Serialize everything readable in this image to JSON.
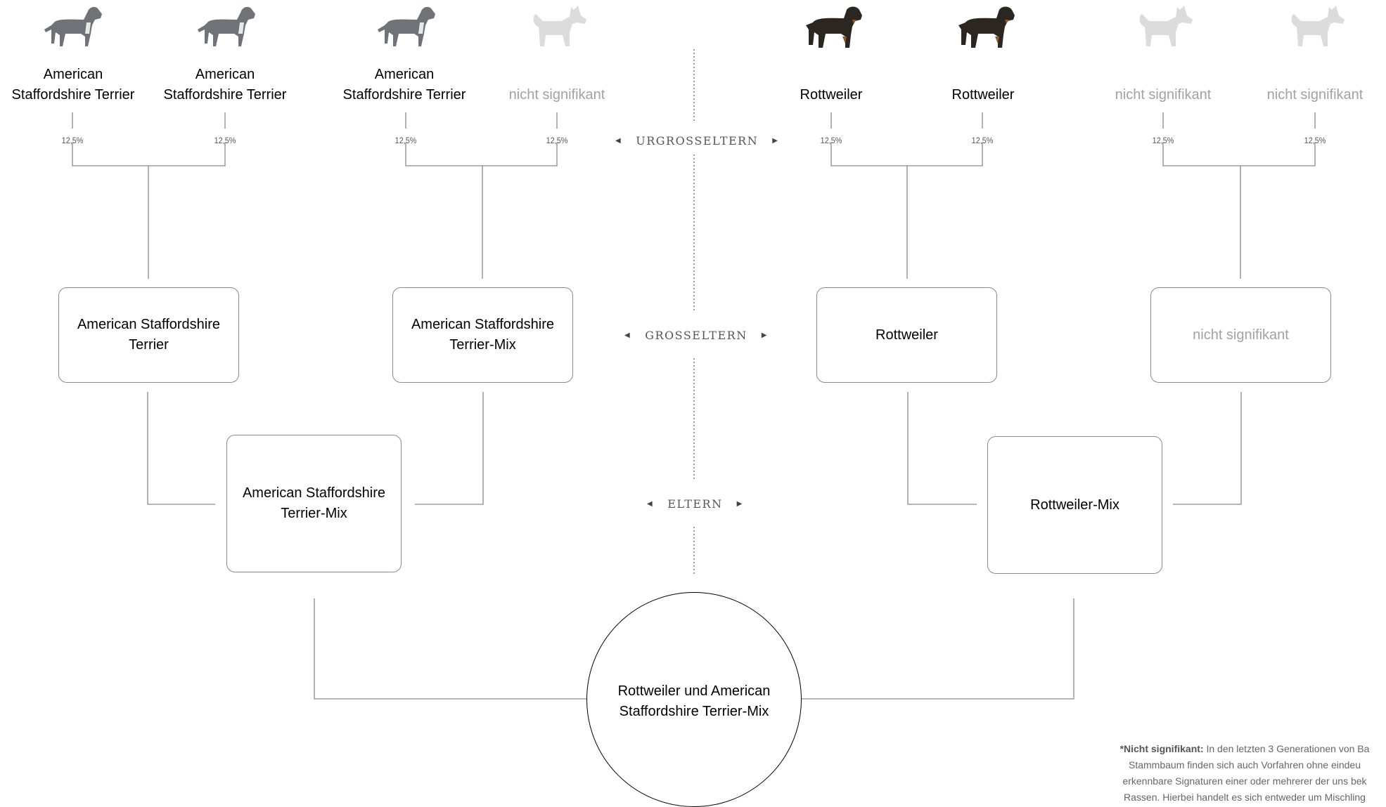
{
  "great_grandparents": [
    {
      "name_line1": "American",
      "name_line2": "Staffordshire Terrier",
      "percent": "12,5%",
      "icon": "staffordshire-dog-icon",
      "significant": true
    },
    {
      "name_line1": "American",
      "name_line2": "Staffordshire Terrier",
      "percent": "12,5%",
      "icon": "staffordshire-dog-icon",
      "significant": true
    },
    {
      "name_line1": "American",
      "name_line2": "Staffordshire Terrier",
      "percent": "12,5%",
      "icon": "staffordshire-dog-icon",
      "significant": true
    },
    {
      "name_line1": "",
      "name_line2": "nicht signifikant",
      "percent": "12,5%",
      "icon": "placeholder-dog-icon",
      "significant": false
    },
    {
      "name_line1": "",
      "name_line2": "Rottweiler",
      "percent": "12,5%",
      "icon": "rottweiler-dog-icon",
      "significant": true
    },
    {
      "name_line1": "",
      "name_line2": "Rottweiler",
      "percent": "12,5%",
      "icon": "rottweiler-dog-icon",
      "significant": true
    },
    {
      "name_line1": "",
      "name_line2": "nicht signifikant",
      "percent": "12,5%",
      "icon": "placeholder-dog-icon",
      "significant": false
    },
    {
      "name_line1": "",
      "name_line2": "nicht signifikant",
      "percent": "12,5%",
      "icon": "placeholder-dog-icon",
      "significant": false
    }
  ],
  "generations": {
    "great_grandparents": "URGROSSELTERN",
    "grandparents": "GROSSELTERN",
    "parents": "ELTERN"
  },
  "grandparents": [
    {
      "line1": "American Staffordshire",
      "line2": "Terrier",
      "significant": true
    },
    {
      "line1": "American Staffordshire",
      "line2": "Terrier-Mix",
      "significant": true
    },
    {
      "line1": "Rottweiler",
      "line2": "",
      "significant": true
    },
    {
      "line1": "nicht signifikant",
      "line2": "",
      "significant": false
    }
  ],
  "parents": [
    {
      "line1": "American Staffordshire",
      "line2": "Terrier-Mix"
    },
    {
      "line1": "Rottweiler-Mix",
      "line2": ""
    }
  ],
  "result": {
    "line1": "Rottweiler und American",
    "line2": "Staffordshire Terrier-Mix"
  },
  "footnote": {
    "lead": "*Nicht signifikant:",
    "line1_rest": " In den letzten 3 Generationen von Ba",
    "line2": "Stammbaum finden sich auch Vorfahren ohne eindeu",
    "line3": "erkennbare Signaturen einer oder mehrerer der uns bek",
    "line4": "Rassen. Hierbei handelt es sich entweder um Mischling"
  },
  "colors": {
    "line": "#8a8a8a",
    "muted_text": "#a2a2a2",
    "placeholder_dog": "#dcdcdc",
    "staffordshire_dog": "#6f7378",
    "rottweiler_dog": "#2b2620"
  }
}
